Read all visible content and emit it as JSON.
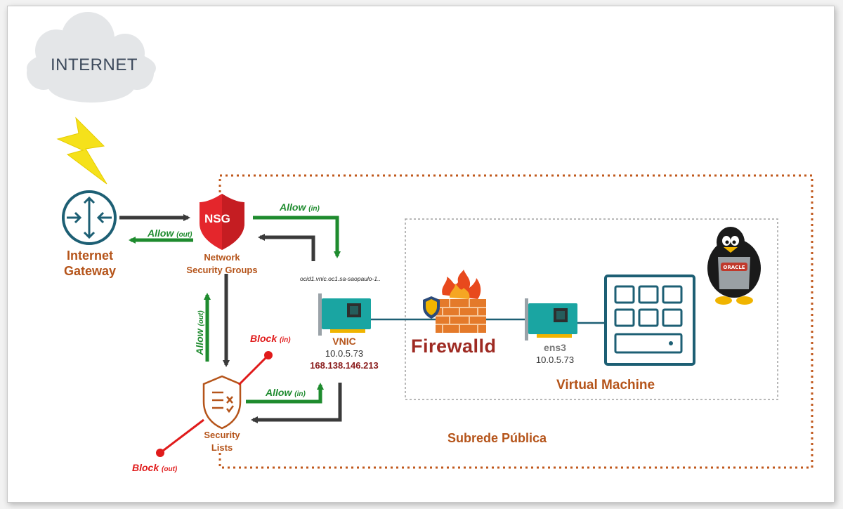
{
  "internet": {
    "label": "INTERNET"
  },
  "gateway": {
    "line1": "Internet",
    "line2": "Gateway"
  },
  "nsg": {
    "badge": "NSG",
    "line1": "Network",
    "line2": "Security Groups"
  },
  "security_lists": {
    "line1": "Security",
    "line2": "Lists"
  },
  "vnic": {
    "ocid": "ocid1.vnic.oc1.sa-saopaulo-1..",
    "name": "VNIC",
    "private_ip": "10.0.5.73",
    "public_ip": "168.138.146.213"
  },
  "firewall": {
    "label": "Firewalld"
  },
  "ens3": {
    "name": "ens3",
    "ip": "10.0.5.73"
  },
  "vm": {
    "label": "Virtual Machine"
  },
  "subnet": {
    "label": "Subrede Pública"
  },
  "rules": {
    "allow": "Allow",
    "in": "(in)",
    "out": "(out)",
    "block": "Block"
  },
  "oracle_badge": "ORACLE",
  "colors": {
    "teal": "#1d5f74",
    "orange": "#b5541a",
    "green": "#1e8b2e",
    "red": "#e01b1b",
    "gray_arrow": "#3a3a3a",
    "nsg_red": "#e4262c",
    "bolt": "#f5e11b"
  }
}
